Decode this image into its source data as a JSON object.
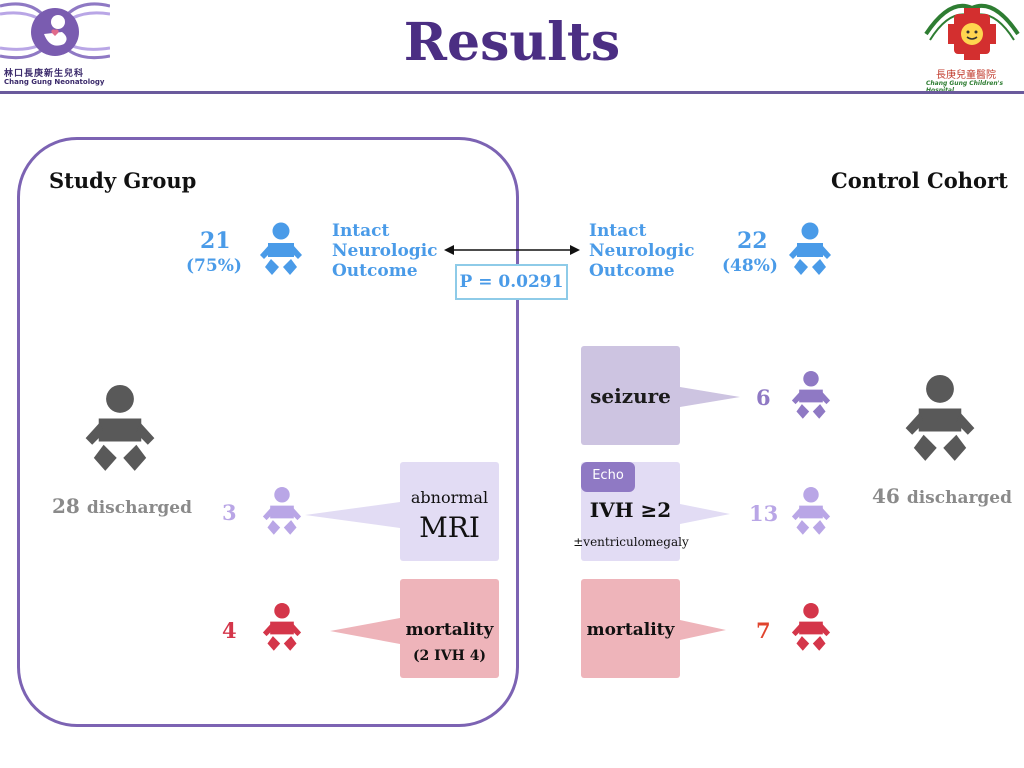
{
  "header": {
    "title": "Results",
    "left_logo": {
      "name_cn": "林口長庚新生兒科",
      "name_en": "Chang Gung Neonatology"
    },
    "right_logo": {
      "name_cn": "長庚兒童醫院",
      "name_en": "Chang Gung Children's Hospital"
    }
  },
  "study_group": {
    "title": "Study Group",
    "intact": {
      "count": "21",
      "percent": "(75%)",
      "label_lines": [
        "Intact",
        "Neurologic",
        "Outcome"
      ]
    },
    "discharged": {
      "count": "28",
      "label": "discharged"
    },
    "mri": {
      "count": "3",
      "line1": "abnormal",
      "line2": "MRI"
    },
    "mortality": {
      "count": "4",
      "label": "mortality",
      "sub": "(2 IVH 4)"
    }
  },
  "control_cohort": {
    "title": "Control Cohort",
    "intact": {
      "count": "22",
      "percent": "(48%)",
      "label_lines": [
        "Intact",
        "Neurologic",
        "Outcome"
      ]
    },
    "discharged": {
      "count": "46",
      "label": "discharged"
    },
    "seizure": {
      "count": "6",
      "label": "seizure"
    },
    "ivh": {
      "count": "13",
      "tag": "Echo",
      "label": "IVH ≥2",
      "sub": "±ventriculomegaly"
    },
    "mortality": {
      "count": "7",
      "label": "mortality"
    }
  },
  "comparison": {
    "p_value": "P = 0.0291"
  },
  "colors": {
    "blue": "#4a9be8",
    "gray": "#595959",
    "purple": "#8f79c4",
    "light_purple": "#b9a6e6",
    "red": "#d4364a",
    "title_purple": "#4b2e83"
  }
}
